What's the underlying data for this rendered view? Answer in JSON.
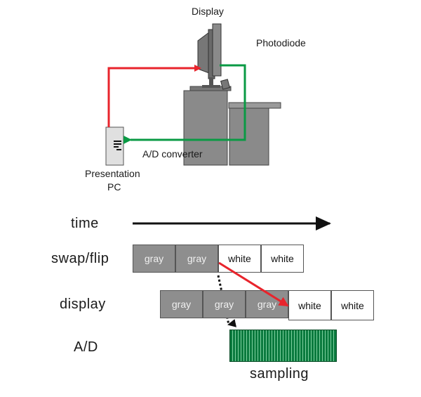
{
  "labels": {
    "display_device": "Display",
    "photodiode": "Photodiode",
    "ad_converter": "A/D converter",
    "presentation_line1": "Presentation",
    "presentation_line2": "PC"
  },
  "rows": {
    "time": "time",
    "swap_flip": "swap/flip",
    "display": "display",
    "ad": "A/D"
  },
  "swap_cells": [
    "gray",
    "gray",
    "white",
    "white"
  ],
  "display_cells": [
    "gray",
    "gray",
    "gray",
    "white",
    "white"
  ],
  "sampling": "sampling",
  "colors": {
    "red_arrow": "#e8242c",
    "green_arrow": "#0a9a44",
    "gray_cell": "#8e8e8e",
    "sampling_green": "#0a7a3e"
  }
}
